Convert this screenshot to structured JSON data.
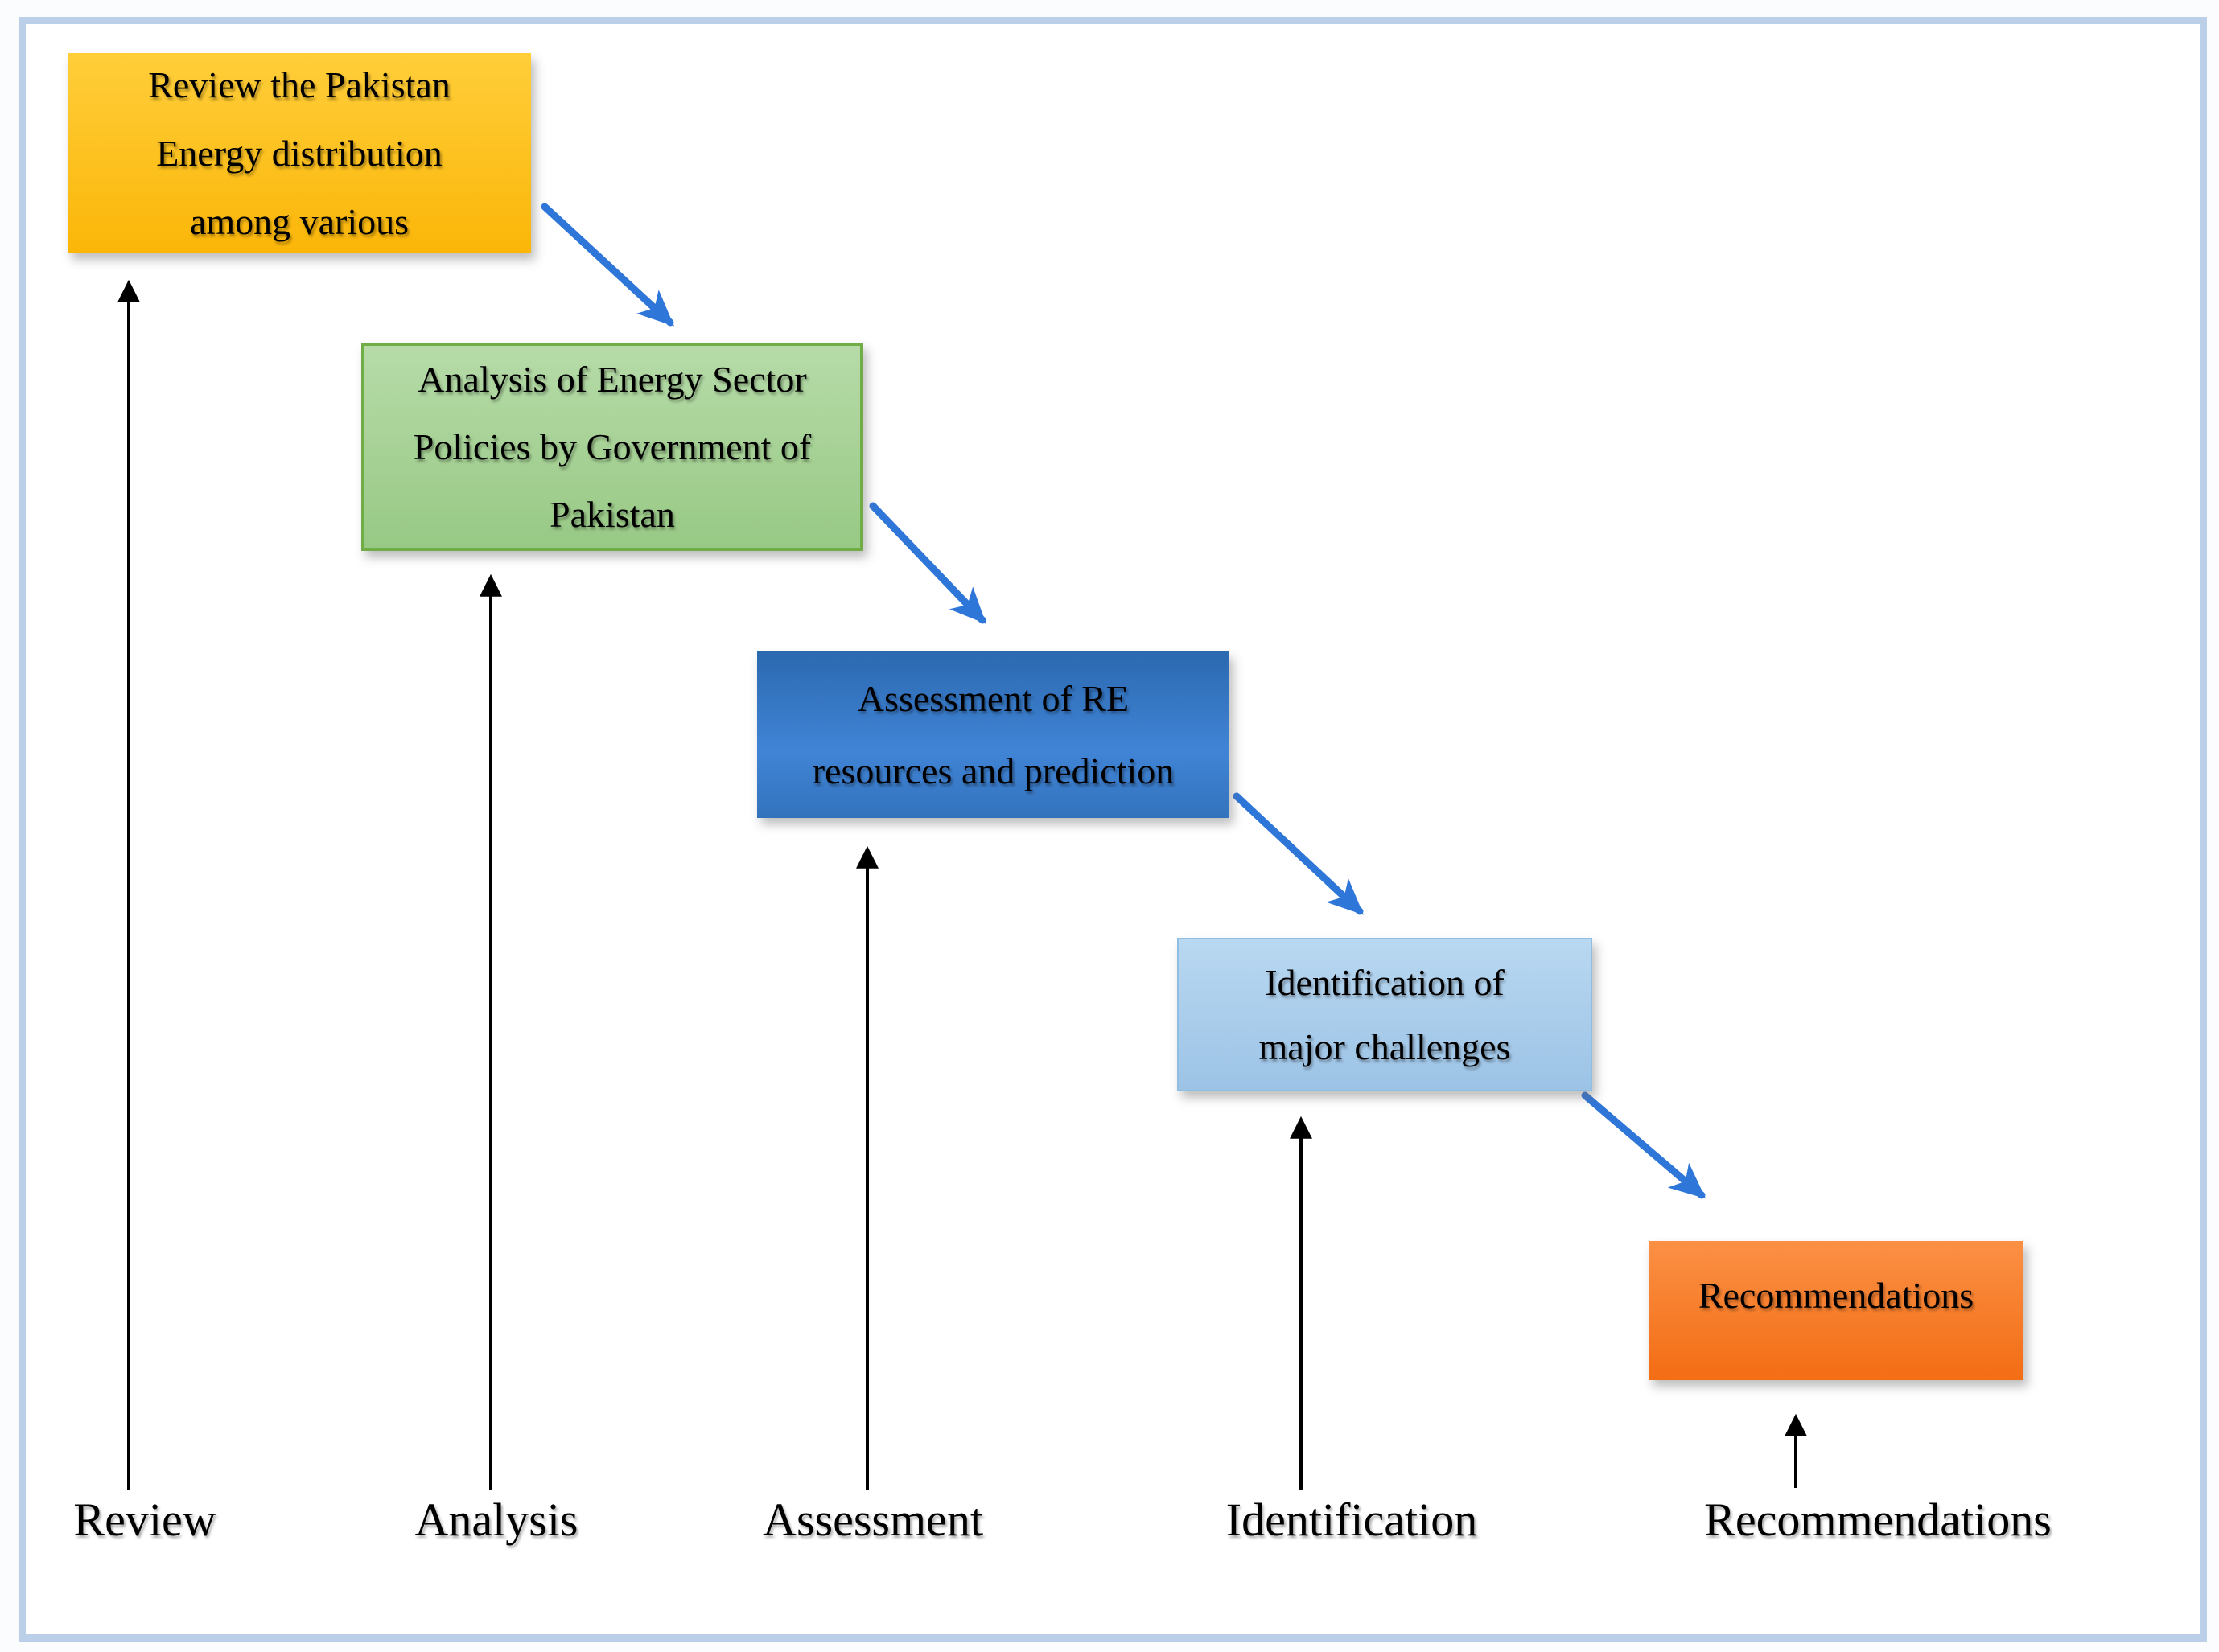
{
  "diagram": {
    "stages": [
      {
        "id": "review",
        "box_lines": [
          "Review the Pakistan",
          "Energy distribution",
          "among various"
        ],
        "axis_label": "Review",
        "fill_top": "#ffce3a",
        "fill_bottom": "#fbb608"
      },
      {
        "id": "analysis",
        "box_lines": [
          "Analysis of Energy Sector",
          "Policies by Government of",
          "Pakistan"
        ],
        "axis_label": "Analysis",
        "fill_top": "#b6dba8",
        "fill_bottom": "#98c985",
        "border_color": "#71ad47"
      },
      {
        "id": "assessment",
        "box_lines": [
          "Assessment of RE",
          "resources and prediction"
        ],
        "axis_label": "Assessment",
        "fill_top": "#2b69b0",
        "fill_bottom": "#3373bd"
      },
      {
        "id": "identification",
        "box_lines": [
          "Identification of",
          "major challenges"
        ],
        "axis_label": "Identification",
        "fill_top": "#b9d8f1",
        "fill_bottom": "#9cc3e6"
      },
      {
        "id": "recommendations",
        "box_lines": [
          "Recommendations"
        ],
        "axis_label": "Recommendations",
        "fill_top": "#fb9045",
        "fill_bottom": "#f36d14"
      }
    ],
    "colors": {
      "flow_arrow": "#2f76d9",
      "axis_arrow": "#000000",
      "frame": "#bccfe8",
      "text": "#000000"
    }
  }
}
